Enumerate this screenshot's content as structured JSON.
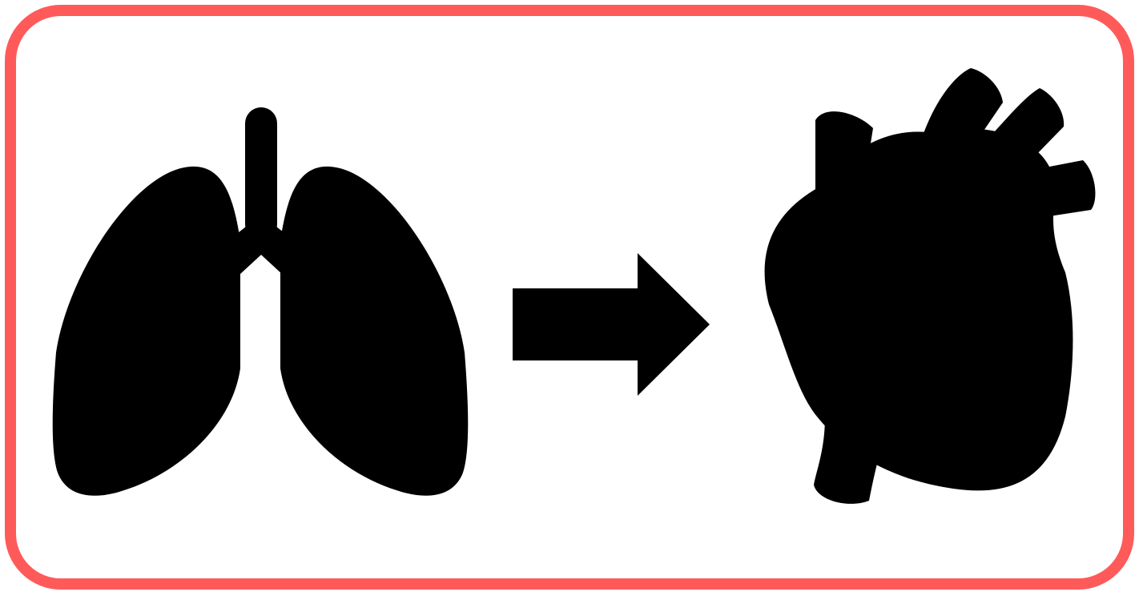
{
  "diagram": {
    "frame_color": "#ff5a5a",
    "icon_color": "#000000",
    "background": "#ffffff",
    "nodes": [
      {
        "id": "source",
        "icon": "lungs-icon"
      },
      {
        "id": "target",
        "icon": "heart-icon"
      }
    ],
    "edges": [
      {
        "from": "source",
        "to": "target",
        "icon": "arrow-right-icon"
      }
    ]
  }
}
